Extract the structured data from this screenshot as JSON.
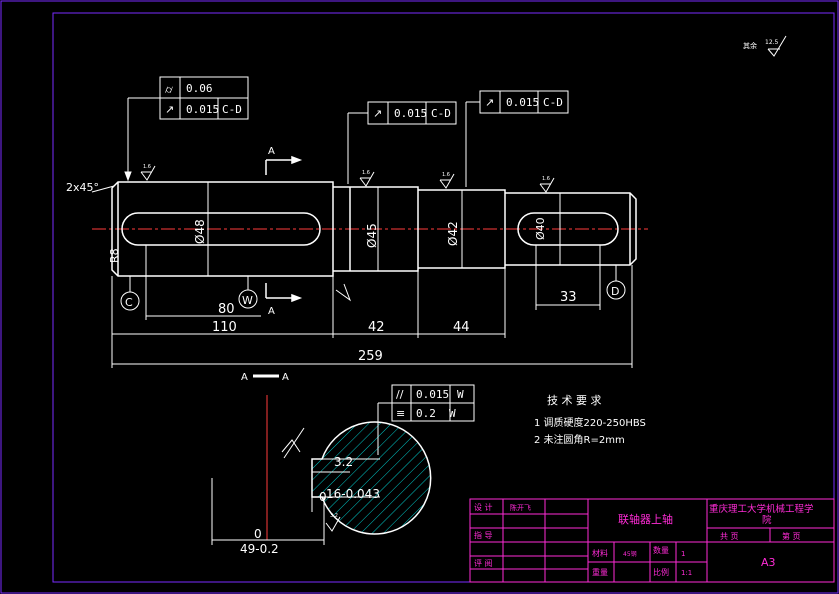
{
  "colors": {
    "background": "#000000",
    "frame": "#7a2bff",
    "outline": "#ffffff",
    "centerline": "#ff3b3b",
    "hatch": "#00c8c8",
    "title_block": "#ff2bd6",
    "title_text": "#ff2bd6"
  },
  "surface_note": {
    "label": "其余",
    "value": "12.5"
  },
  "tolerances": {
    "top_left": {
      "row1_value": "0.06",
      "row2_value": "0.015",
      "row2_ref": "C-D"
    },
    "middle": {
      "value": "0.015",
      "ref": "C-D"
    },
    "right": {
      "value": "0.015",
      "ref": "C-D"
    },
    "section": {
      "row1_value": "0.015",
      "row1_ref": "W",
      "row2_value": "0.2",
      "row2_ref": "W"
    }
  },
  "dimensions": {
    "chamfer": "2x45°",
    "dia_left": "Ø48",
    "dia_mid": "Ø45",
    "dia_right1": "Ø42",
    "dia_right2": "Ø40",
    "r8": "R8",
    "len_80": "80",
    "len_110": "110",
    "len_42": "42",
    "len_44": "44",
    "len_33": "33",
    "len_259": "259",
    "key_depth": "3.2",
    "key_width": "16-0.043",
    "section_zero1": "0",
    "section_zero2": "0",
    "section_depth": "49-0.2"
  },
  "roughness": {
    "r1": "1.6",
    "r2": "1.6",
    "r3": "1.6",
    "r4": "1.6",
    "r5": "3.2"
  },
  "datums": {
    "c": "C",
    "w": "W",
    "d": "D"
  },
  "section_markers": {
    "a_top": "A",
    "a_bottom": "A",
    "view_label_left": "A",
    "view_label_right": "A"
  },
  "tech_requirements": {
    "title": "技 术 要 求",
    "item1": "1 调质硬度220-250HBS",
    "item2": "2 未注圆角R=2mm"
  },
  "title_block": {
    "designer_label": "设 计",
    "designer_name": "陈开飞",
    "drawer_label": "指 导",
    "reviewer_label": "评 阅",
    "part_name": "联轴器上轴",
    "school": "重庆理工大学机械工程学院",
    "sheet_total": "共  页",
    "sheet_no": "第  页",
    "material_label": "材料",
    "material_value": "45钢",
    "qty_label": "数量",
    "qty_value": "1",
    "weight_label": "重量",
    "scale_label": "比例",
    "scale_value": "1:1",
    "format": "A3"
  }
}
